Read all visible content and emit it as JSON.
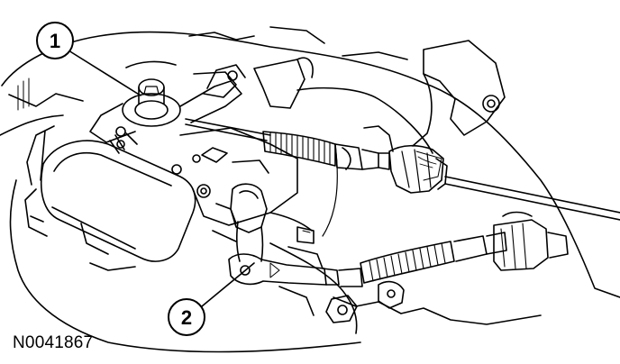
{
  "figure": {
    "id": "N0041867",
    "callouts": [
      {
        "number": "1"
      },
      {
        "number": "2"
      }
    ]
  }
}
